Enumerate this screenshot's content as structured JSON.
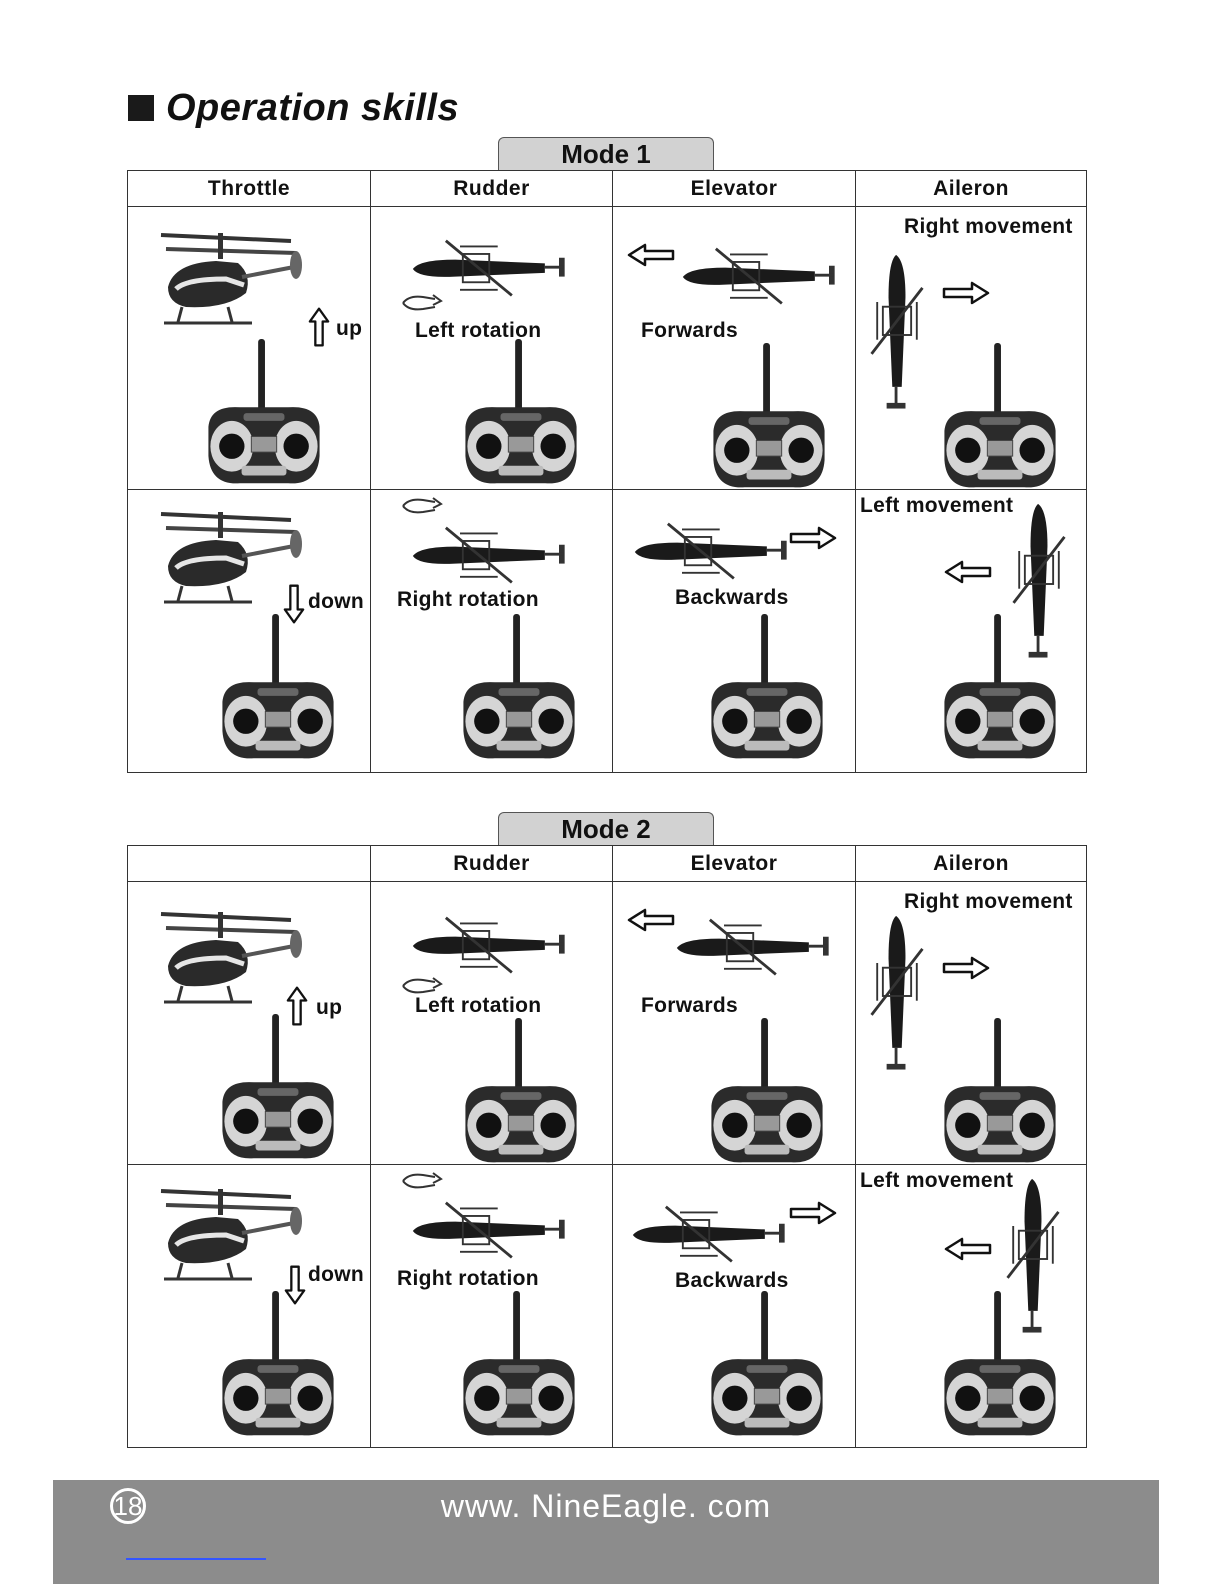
{
  "title": "Operation skills",
  "footer": {
    "page_number": "18",
    "website": "www. NineEagle. com"
  },
  "mode1": {
    "label": "Mode 1",
    "headers": [
      "Throttle",
      "Rudder",
      "Elevator",
      "Aileron"
    ],
    "row1": [
      "up",
      "Left rotation",
      "Forwards",
      "Right movement"
    ],
    "row2": [
      "down",
      "Right rotation",
      "Backwards",
      "Left movement"
    ]
  },
  "mode2": {
    "label": "Mode 2",
    "headers": [
      "",
      "Rudder",
      "Elevator",
      "Aileron"
    ],
    "row1": [
      "up",
      "Left rotation",
      "Forwards",
      "Right movement"
    ],
    "row2": [
      "down",
      "Right rotation",
      "Backwards",
      "Left movement"
    ]
  }
}
